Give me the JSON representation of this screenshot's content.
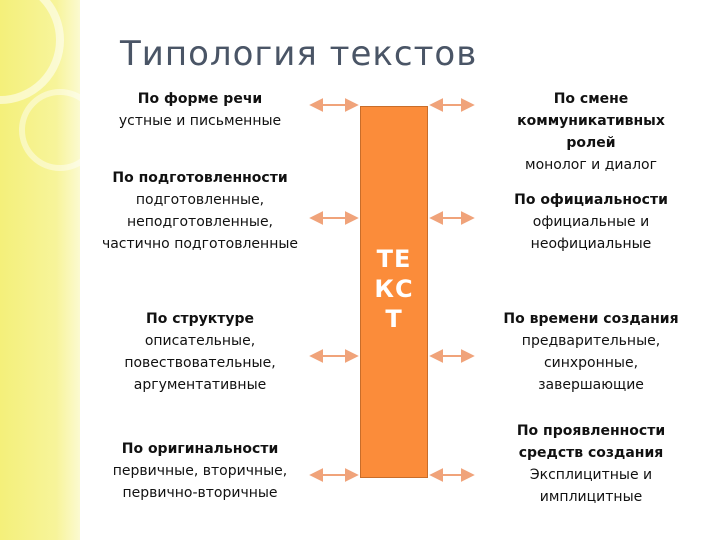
{
  "title": "Типология текстов",
  "center_label_lines": [
    "ТЕ",
    "КС",
    "Т"
  ],
  "colors": {
    "center_bar": "#fb8c3a",
    "arrow": "#f0a37a",
    "title": "#4a5566",
    "band": "#f4f07a"
  },
  "left_blocks": [
    {
      "heading": [
        "По форме речи"
      ],
      "items": [
        "устные  и письменные"
      ]
    },
    {
      "heading": [
        "По подготовленности"
      ],
      "items": [
        "подготовленные,",
        "неподготовленные,",
        "частично подготовленные"
      ]
    },
    {
      "heading": [
        "По структуре"
      ],
      "items": [
        "описательные,",
        "повествовательные,",
        "аргументативные"
      ]
    },
    {
      "heading": [
        "По оригинальности"
      ],
      "items": [
        "первичные, вторичные,",
        "первично-вторичные"
      ]
    }
  ],
  "right_blocks": [
    {
      "heading": [
        "По смене",
        "коммуникативных",
        "ролей"
      ],
      "items": [
        "монолог и диалог"
      ]
    },
    {
      "heading": [
        "По официальности"
      ],
      "items": [
        "официальные и",
        "неофициальные"
      ]
    },
    {
      "heading": [
        "По времени создания"
      ],
      "items": [
        "предварительные,",
        "синхронные,",
        "завершающие"
      ]
    },
    {
      "heading": [
        "По проявленности",
        "средств создания"
      ],
      "items": [
        "Эксплицитные и",
        "имплицитные"
      ]
    }
  ]
}
